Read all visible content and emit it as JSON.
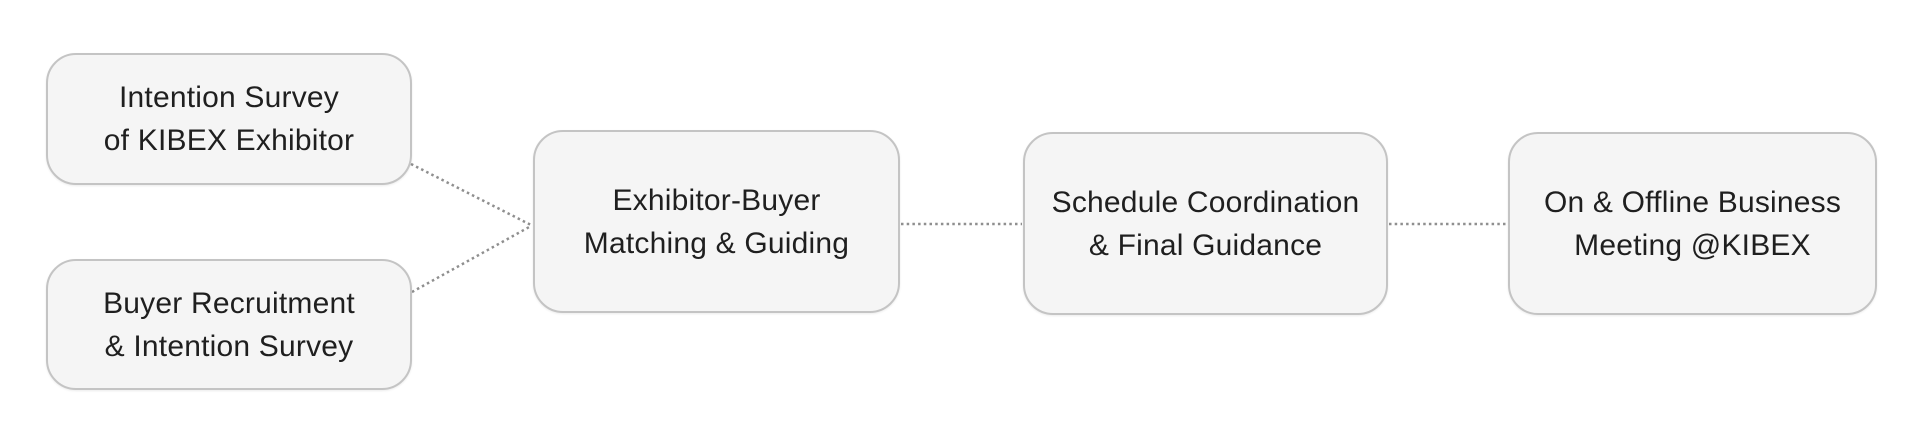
{
  "diagram": {
    "background_color": "#ffffff",
    "node_fill_color": "#f5f5f5",
    "node_border_color": "#c4c4c4",
    "text_color": "#1f1f1f",
    "connector_color": "#8f8f8f",
    "connector_style": "dotted",
    "steps": [
      {
        "id": "intention-survey-exhibitor",
        "line1": "Intention Survey",
        "line2": "of KIBEX Exhibitor"
      },
      {
        "id": "buyer-recruitment",
        "line1": "Buyer Recruitment",
        "line2": "& Intention Survey"
      },
      {
        "id": "matching-guiding",
        "line1": "Exhibitor-Buyer",
        "line2": "Matching & Guiding"
      },
      {
        "id": "schedule-coordination",
        "line1": "Schedule Coordination",
        "line2": "& Final Guidance"
      },
      {
        "id": "business-meeting",
        "line1": "On & Offline Business",
        "line2": "Meeting @KIBEX"
      }
    ],
    "connections": [
      {
        "from": "intention-survey-exhibitor",
        "to": "matching-guiding"
      },
      {
        "from": "buyer-recruitment",
        "to": "matching-guiding"
      },
      {
        "from": "matching-guiding",
        "to": "schedule-coordination"
      },
      {
        "from": "schedule-coordination",
        "to": "business-meeting"
      }
    ]
  }
}
